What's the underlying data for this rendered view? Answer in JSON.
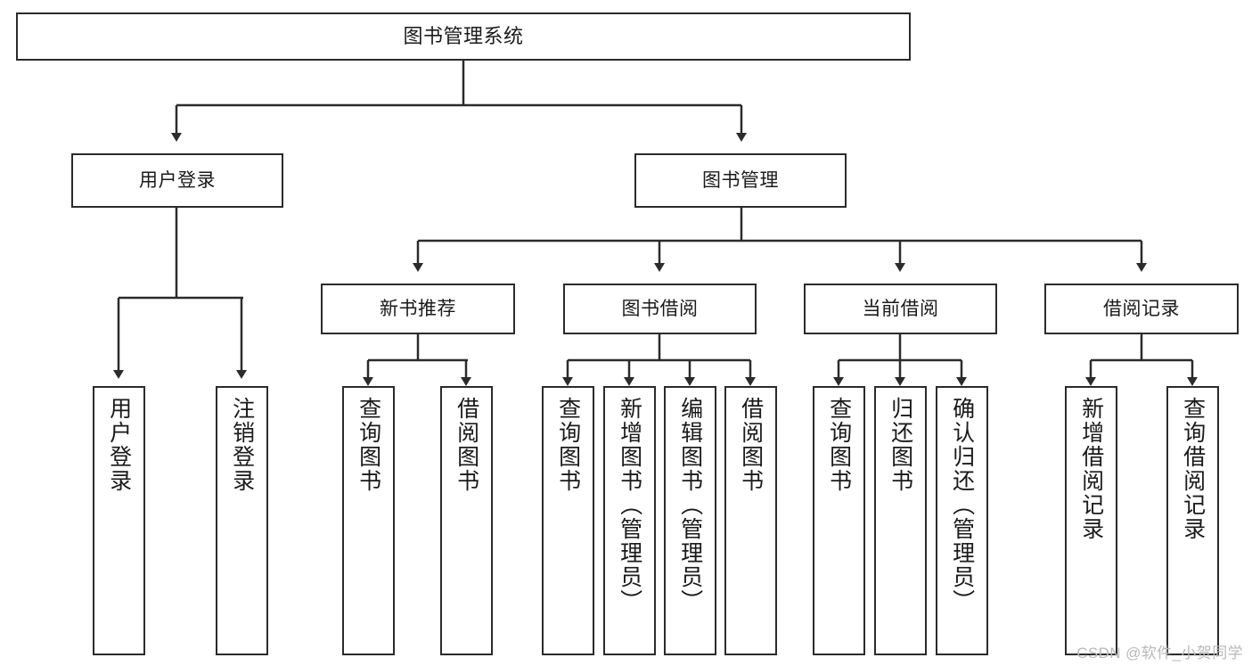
{
  "diagram": {
    "type": "hierarchy-tree",
    "title": "图书管理系统",
    "colors": {
      "stroke": "#2b2b2b",
      "fill": "#ffffff",
      "text": "#1a1a1a",
      "watermark": "#b9b9b9"
    }
  },
  "nodes": {
    "root": {
      "label": "图书管理系统"
    },
    "level1": [
      {
        "id": "user-login",
        "label": "用户登录"
      },
      {
        "id": "book-management",
        "label": "图书管理"
      }
    ],
    "level2": [
      {
        "id": "new-book-recommend",
        "label": "新书推荐"
      },
      {
        "id": "book-borrow",
        "label": "图书借阅"
      },
      {
        "id": "current-borrow",
        "label": "当前借阅"
      },
      {
        "id": "borrow-record",
        "label": "借阅记录"
      }
    ],
    "leaves": {
      "user_login": [
        {
          "id": "leaf-user-login",
          "label": "用户登录"
        },
        {
          "id": "leaf-logout-login",
          "label": "注销登录"
        }
      ],
      "new_book_recommend": [
        {
          "id": "leaf-query-book-1",
          "label": "查询图书"
        },
        {
          "id": "leaf-borrow-book-1",
          "label": "借阅图书"
        }
      ],
      "book_borrow": [
        {
          "id": "leaf-query-book-2",
          "label": "查询图书"
        },
        {
          "id": "leaf-add-book-admin",
          "label": "新增图书（管理员）"
        },
        {
          "id": "leaf-edit-book-admin",
          "label": "编辑图书（管理员）"
        },
        {
          "id": "leaf-borrow-book-2",
          "label": "借阅图书"
        }
      ],
      "current_borrow": [
        {
          "id": "leaf-query-book-3",
          "label": "查询图书"
        },
        {
          "id": "leaf-return-book",
          "label": "归还图书"
        },
        {
          "id": "leaf-confirm-return-admin",
          "label": "确认归还（管理员）"
        }
      ],
      "borrow_record": [
        {
          "id": "leaf-add-borrow-record",
          "label": "新增借阅记录"
        },
        {
          "id": "leaf-query-borrow-record",
          "label": "查询借阅记录"
        }
      ]
    }
  },
  "watermark": {
    "text": "CSDN @软件_小贺同学"
  }
}
